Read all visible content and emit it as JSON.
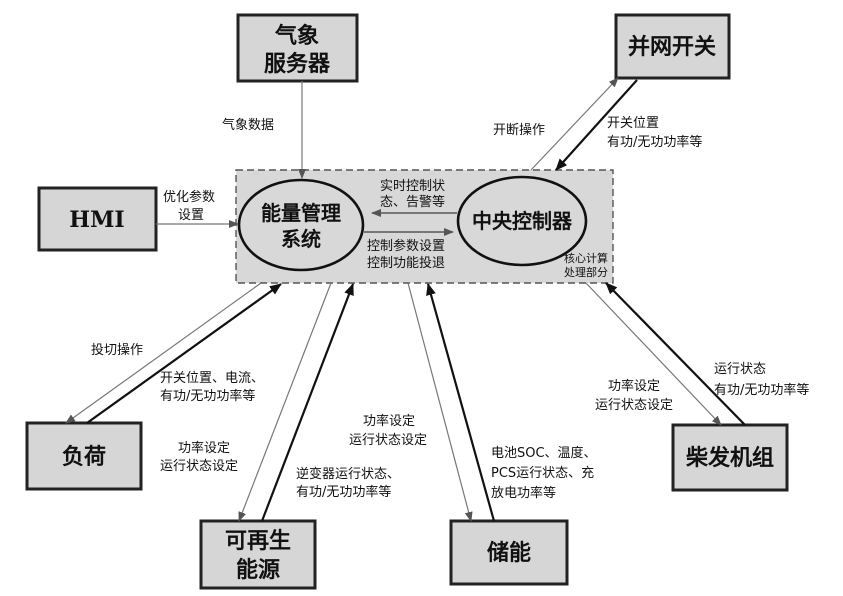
{
  "boxes": {
    "weather": [
      "气象",
      "服务器"
    ],
    "grid_switch": "并网开关",
    "hmi": "HMI",
    "load": "负荷",
    "diesel": "柴发机组",
    "renewable": [
      "可再生",
      "能源"
    ],
    "storage": "储能"
  },
  "core": {
    "ems": [
      "能量管理",
      "系统"
    ],
    "controller": "中央控制器",
    "core_label": [
      "核心计算",
      "处理部分"
    ]
  },
  "flows": {
    "weather_data": "气象数据",
    "hmi_params": [
      "优化参数",
      "设置"
    ],
    "realtime_status": [
      "实时控制状",
      "态、告警等"
    ],
    "control_params": [
      "控制参数设置",
      "控制功能投退"
    ],
    "switch_op": "开断操作",
    "switch_status": [
      "开关位置",
      "有功/无功功率等"
    ],
    "load_switch": "投切操作",
    "load_status": [
      "开关位置、电流、",
      "有功/无功功率等"
    ],
    "renew_setting": [
      "功率设定",
      "运行状态设定"
    ],
    "renew_status": [
      "逆变器运行状态、",
      "有功/无功功率等"
    ],
    "storage_setting": [
      "功率设定",
      "运行状态设定"
    ],
    "storage_status": [
      "电池SOC、温度、",
      "PCS运行状态、充",
      "放电功率等"
    ],
    "diesel_setting": [
      "功率设定",
      "运行状态设定"
    ],
    "diesel_status": [
      "运行状态",
      "有功/无功功率等"
    ]
  }
}
